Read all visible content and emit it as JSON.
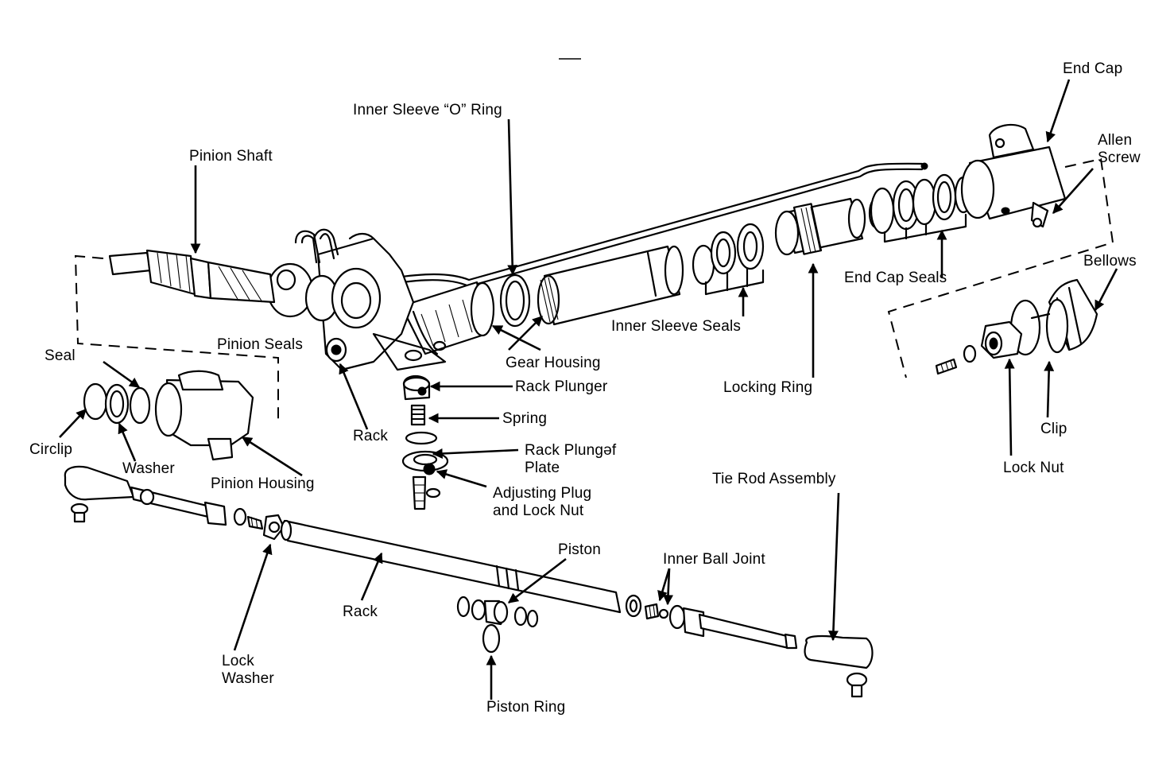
{
  "labels": {
    "end_cap": "End Cap",
    "allen_screw": "Allen\nScrew",
    "inner_sleeve_o_ring": "Inner Sleeve “O” Ring",
    "pinion_shaft": "Pinion Shaft",
    "bellows": "Bellows",
    "end_cap_seals": "End Cap Seals",
    "inner_sleeve_seals": "Inner Sleeve Seals",
    "pinion_seals": "Pinion Seals",
    "seal": "Seal",
    "gear_housing": "Gear Housing",
    "rack_plunger": "Rack Plunger",
    "locking_ring": "Locking Ring",
    "spring": "Spring",
    "rack_top": "Rack",
    "circlip": "Circlip",
    "rack_plunger_plate": "Rack Plungəf\nPlate",
    "clip": "Clip",
    "washer": "Washer",
    "pinion_housing": "Pinion Housing",
    "lock_nut": "Lock Nut",
    "tie_rod_assembly": "Tie Rod Assembly",
    "adjusting_plug": "Adjusting Plug\nand Lock Nut",
    "piston": "Piston",
    "inner_ball_joint": "Inner Ball Joint",
    "rack_bottom": "Rack",
    "lock_washer": "Lock\nWasher",
    "piston_ring": "Piston Ring"
  }
}
